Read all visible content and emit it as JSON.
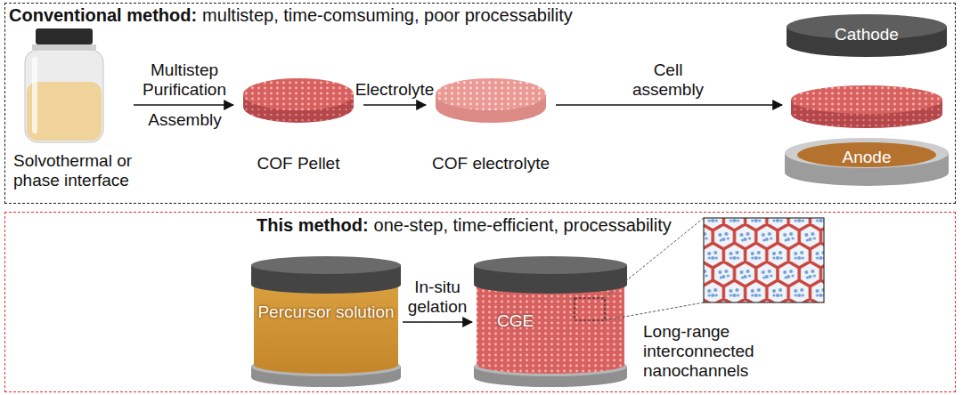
{
  "diagram": {
    "nodes": [
      {
        "text": [
          "Conventional method:",
          "multistep, time-comsuming, poor processability"
        ]
      },
      {
        "text": [
          "Solvothermal or phase interface"
        ],
        "in": 0
      },
      {
        "text": [
          "COF Pellet"
        ],
        "in": 0
      },
      {
        "text": [
          "COF electrolyte"
        ],
        "in": 0
      },
      {
        "text": [
          "Cathode",
          "Anode"
        ],
        "in": 0
      },
      {
        "text": [
          "This method:",
          "one-step, time-efficient, processability"
        ]
      },
      {
        "text": [
          "Percursor solution"
        ],
        "in": 5
      },
      {
        "text": [
          "CGE"
        ],
        "in": 5
      }
    ],
    "edges": [
      {
        "from": 1,
        "to": 2,
        "label": "Multistep Purification",
        "arrow": "to"
      },
      {
        "from": 2,
        "to": 3,
        "label": "Electrolyte",
        "arrow": "to"
      },
      {
        "from": 3,
        "to": 4,
        "label": "Cell assembly",
        "arrow": "to"
      },
      {
        "from": 6,
        "to": 7,
        "label": "In-situ gelation",
        "arrow": "to"
      }
    ],
    "labels": [
      "Assembly",
      "Long-range interconnected nanochannels"
    ]
  }
}
